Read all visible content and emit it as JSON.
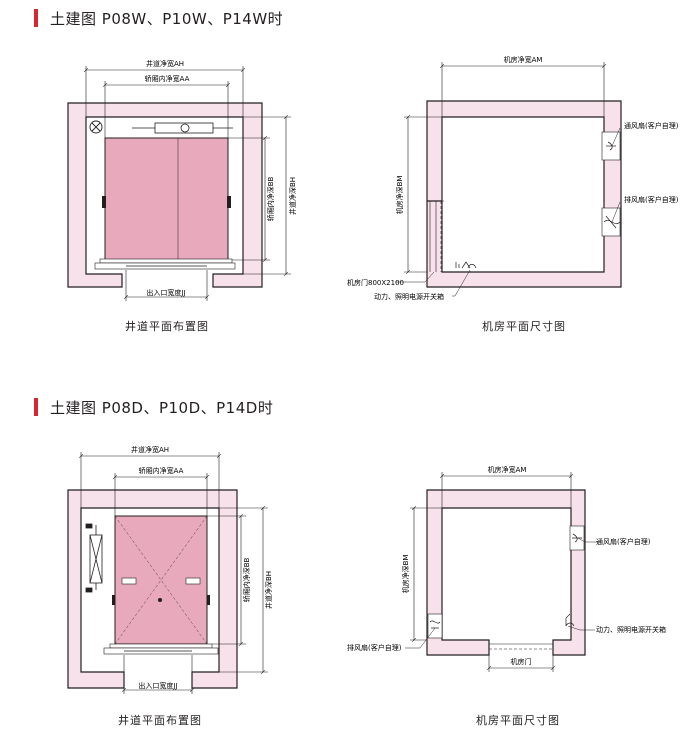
{
  "sections": [
    {
      "title": "土建图  P08W、P10W、P14W时",
      "hoistway": {
        "caption": "井道平面布置图",
        "width_label": "井道净宽AH",
        "car_width_label": "轿厢内净宽AA",
        "car_depth_label": "轿厢内净深BB",
        "shaft_depth_label": "井道净深BH",
        "entrance_label": "出入口宽度JJ"
      },
      "machine_room": {
        "caption": "机房平面尺寸图",
        "width_label": "机房净宽AM",
        "depth_label": "机房净深BM",
        "vent_fan_label": "通风扇(客户自理)",
        "exhaust_fan_label": "排风扇(客户自理)",
        "door_label": "机房门800X2100",
        "switchbox_label": "动力、照明电源开关箱"
      }
    },
    {
      "title": "土建图  P08D、P10D、P14D时",
      "hoistway": {
        "caption": "井道平面布置图",
        "width_label": "井道净宽AH",
        "car_width_label": "轿厢内净宽AA",
        "car_depth_label": "轿厢内净深BB",
        "shaft_depth_label": "井道净深BH",
        "entrance_label": "出入口宽度JJ"
      },
      "machine_room": {
        "caption": "机房平面尺寸图",
        "width_label": "机房净宽AM",
        "depth_label": "机房净深BM",
        "vent_fan_label": "通风扇(客户自理)",
        "exhaust_fan_label": "排风扇(客户自理)",
        "door_label": "机房门",
        "switchbox_label": "动力、照明电源开关箱"
      }
    }
  ],
  "colors": {
    "accent_bar": "#d8282f",
    "wall_fill": "#f7e1ea",
    "car_fill": "#e9a9bd",
    "line": "#231f20"
  }
}
